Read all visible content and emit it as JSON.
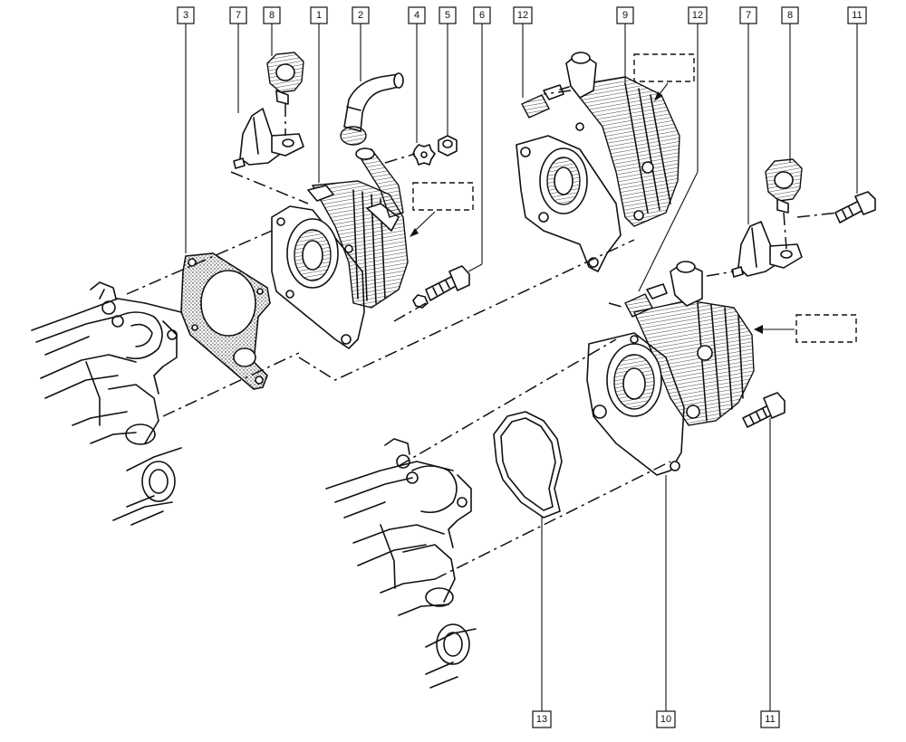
{
  "callouts": {
    "top": [
      "3",
      "7",
      "8",
      "1",
      "2",
      "4",
      "5",
      "6",
      "12",
      "9",
      "12",
      "7",
      "8",
      "11"
    ],
    "bottom": [
      "13",
      "10",
      "11"
    ]
  }
}
